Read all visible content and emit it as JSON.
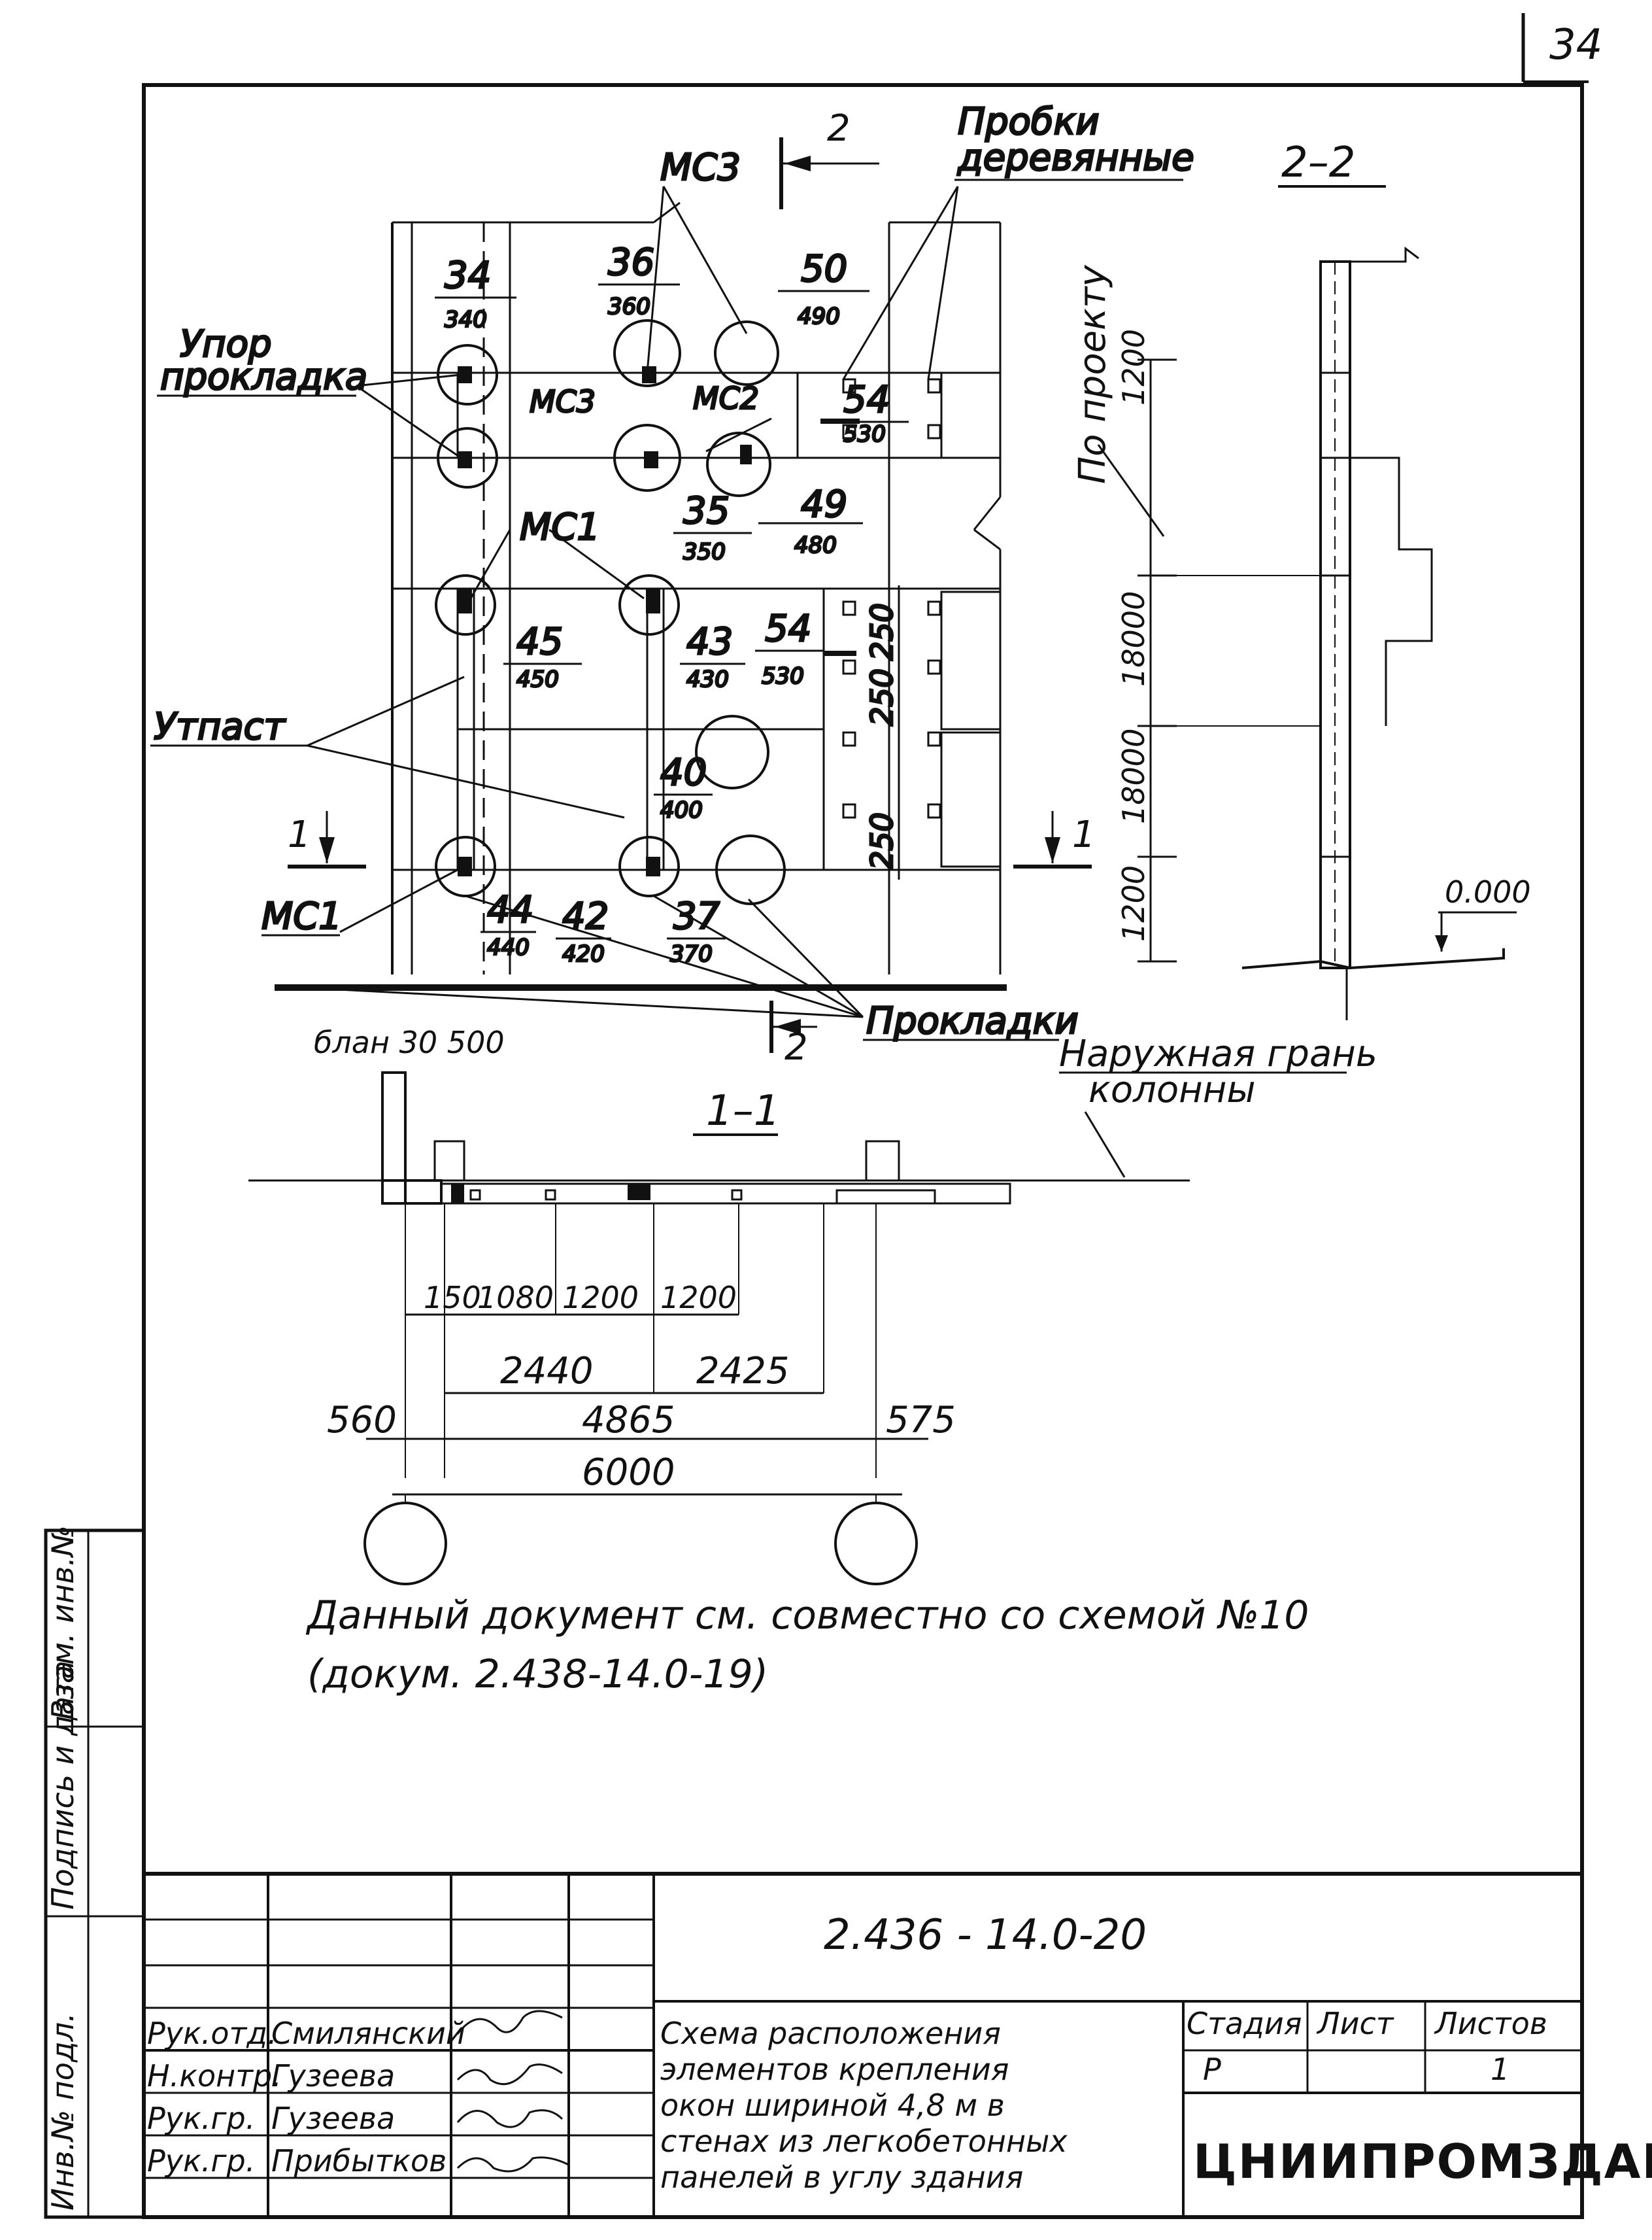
{
  "page_number": "34",
  "callouts": [
    {
      "num": "34",
      "sub": "340"
    },
    {
      "num": "36",
      "sub": "360"
    },
    {
      "num": "50",
      "sub": "490"
    },
    {
      "num": "54",
      "sub": "530"
    },
    {
      "num": "35",
      "sub": "350"
    },
    {
      "num": "49",
      "sub": "480"
    },
    {
      "num": "45",
      "sub": "450"
    },
    {
      "num": "43",
      "sub": "430"
    },
    {
      "num": "54",
      "sub": "530"
    },
    {
      "num": "40",
      "sub": "400"
    },
    {
      "num": "44",
      "sub": "440"
    },
    {
      "num": "42",
      "sub": "420"
    },
    {
      "num": "37",
      "sub": "370"
    }
  ],
  "labels": {
    "mc3_top": "МС3",
    "mc3_mid": "МС3",
    "mc2": "МС2",
    "mc1_mid": "МС1",
    "mc1_bottom": "МС1",
    "section_mark_top": "2",
    "section_mark_bottom": "2",
    "section_mark_left": "1",
    "section_mark_right": "1",
    "probki_line1": "Пробки",
    "probki_line2": "деревянные",
    "upor_line1": "Упор",
    "upor_line2": "прокладка",
    "utplast": "Утпаст",
    "prokladki": "Прокладки",
    "section_2_2": "2–2",
    "po_proektu": "По проекту",
    "naruzh_line1": "Наружная грань",
    "naruzh_line2": "колонны",
    "zero_level": "0.000",
    "section_1_1": "1–1",
    "dim_top": "блан 30 500"
  },
  "vertical_dims": [
    "1200",
    "18000",
    "18000",
    "1200"
  ],
  "small_dims": [
    "250",
    "250",
    "250"
  ],
  "plan_dims": {
    "row1": [
      "150",
      "1080",
      "1200",
      "1200"
    ],
    "row2": [
      "2440",
      "2425"
    ],
    "row3": [
      "560",
      "4865",
      "575"
    ],
    "row4": [
      "6000"
    ]
  },
  "note_line1": "Данный документ см. совместно со схемой №10",
  "note_line2": "(докум. 2.438-14.0-19)",
  "side_stamp": [
    "Инв.№ подл.",
    "Подпись и дата",
    "Взам. инв.№"
  ],
  "title_block": {
    "doc_code": "2.436 - 14.0-20",
    "roles": [
      "Рук.отд.",
      "Н.контр.",
      "Рук.гр.",
      "Рук.гр."
    ],
    "names": [
      "Смилянский",
      "Гузеева",
      "Гузеева",
      "Прибытков"
    ],
    "description": [
      "Схема расположения",
      "элементов крепления",
      "окон шириной 4,8 м в",
      "стенах из легкобетонных",
      "панелей в углу здания"
    ],
    "stage_header": "Стадия",
    "sheet_header": "Лист",
    "sheets_header": "Листов",
    "stage_value": "Р",
    "sheet_value": "",
    "sheets_value": "1",
    "organization": "ЦНИИПРОМЗДАНИЙ"
  }
}
